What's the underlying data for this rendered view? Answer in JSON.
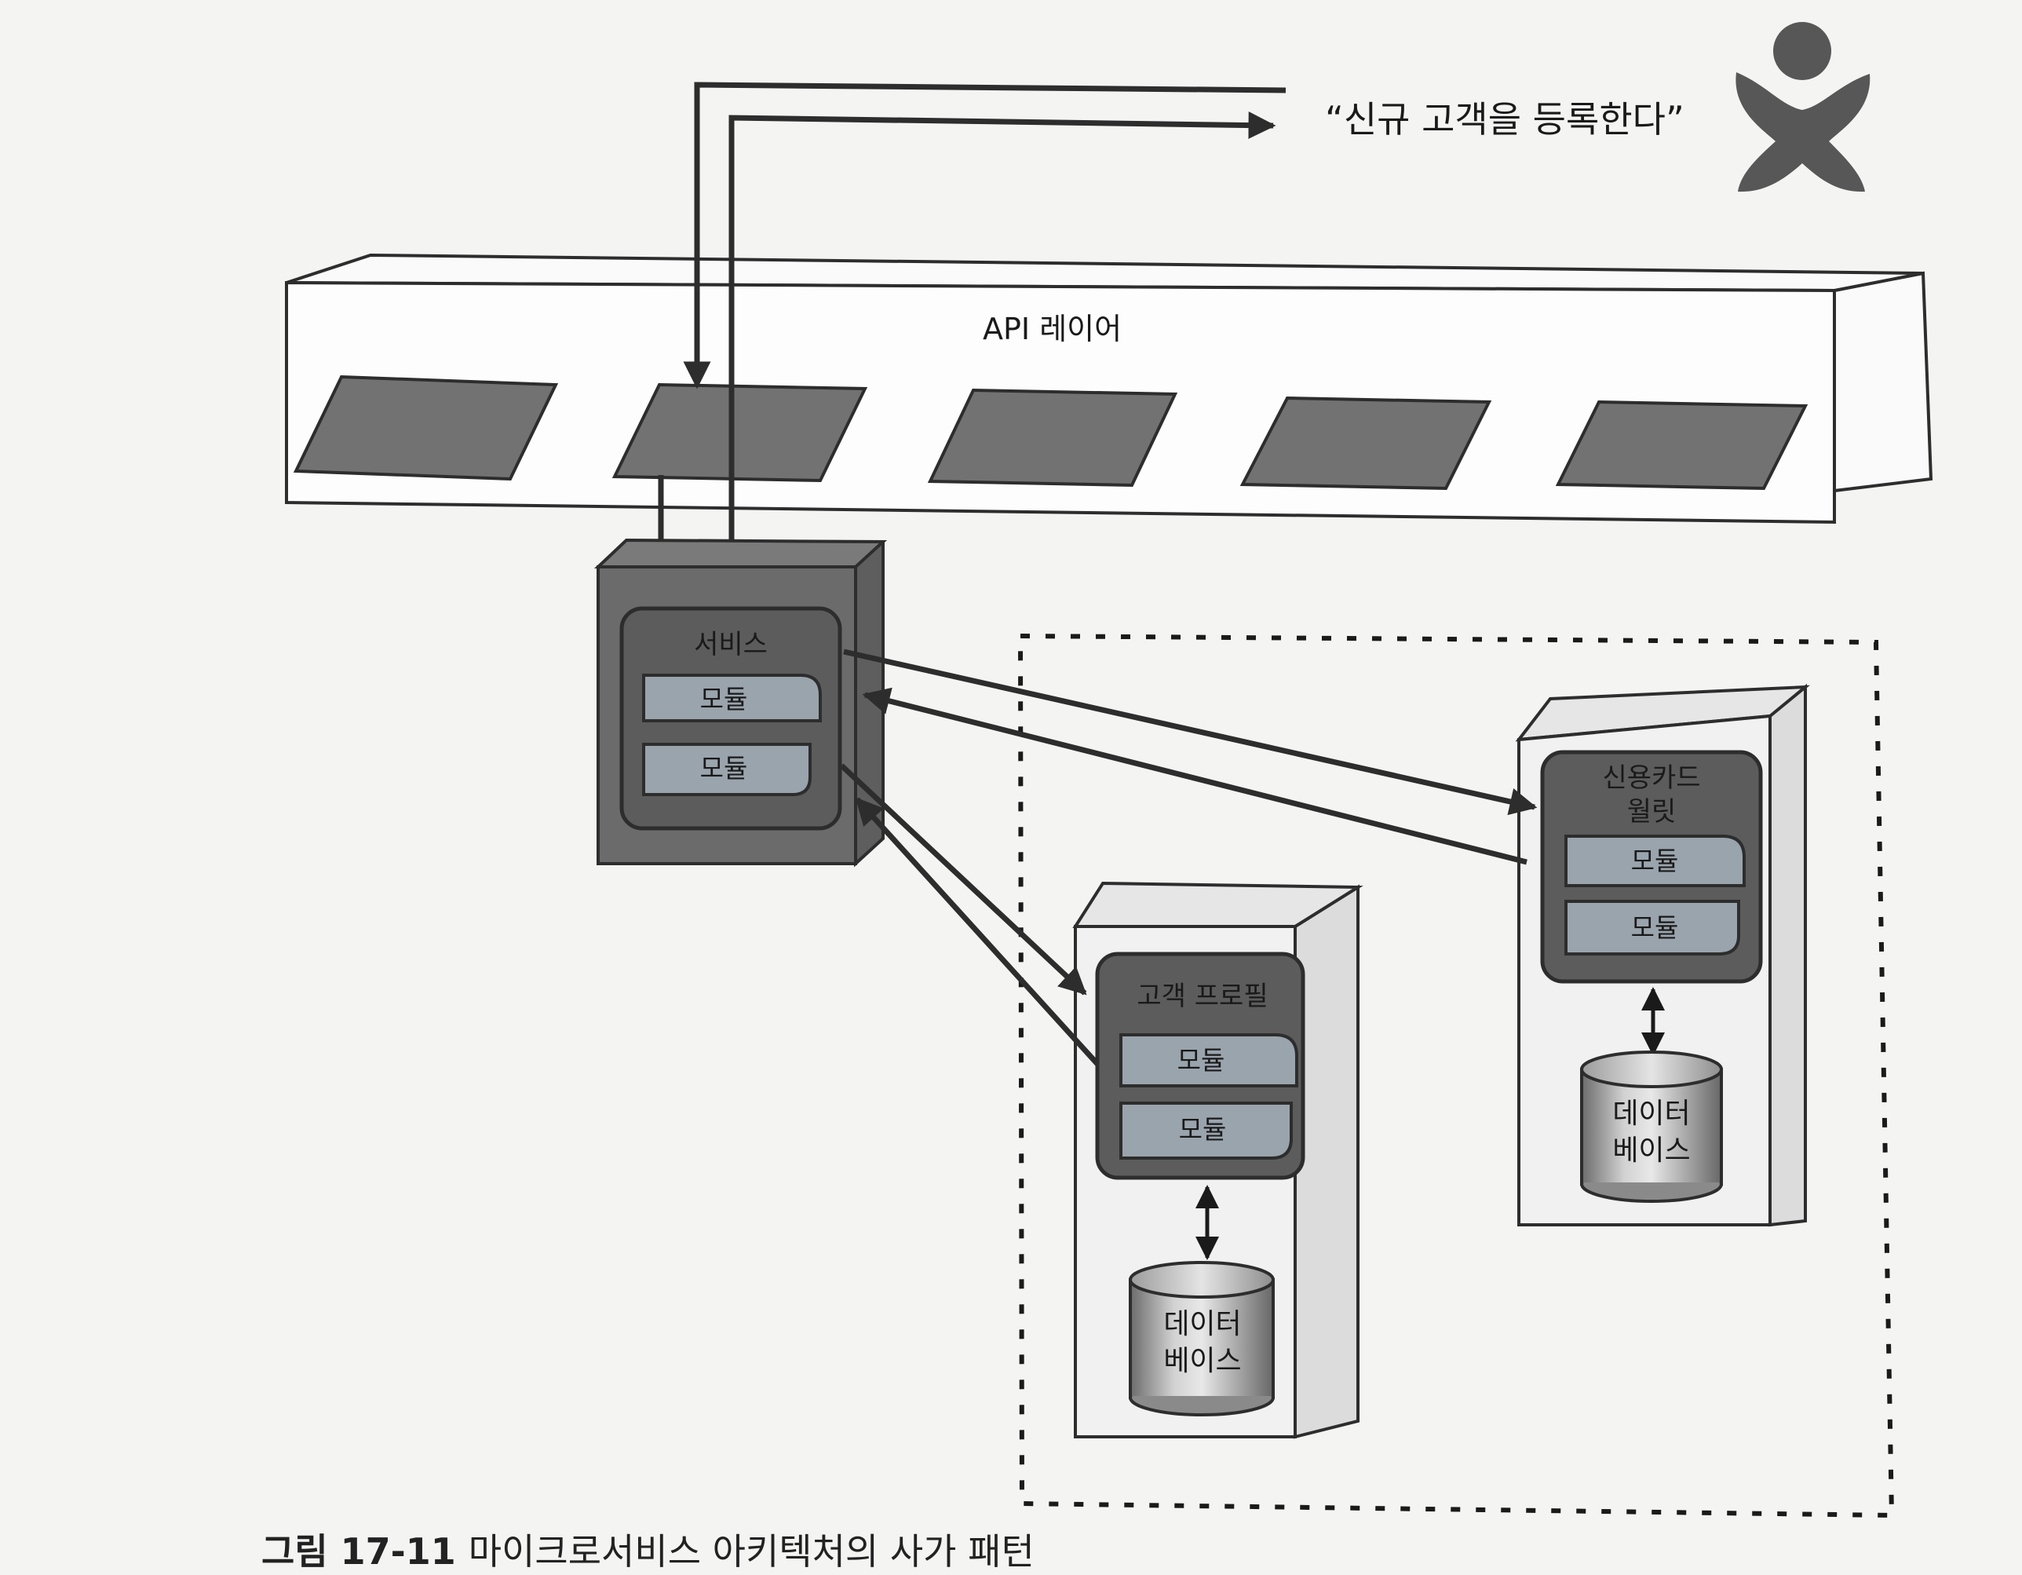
{
  "request": {
    "text": "“신규 고객을 등록한다”"
  },
  "api_layer": {
    "label": "API 레이어",
    "slots": 5
  },
  "service": {
    "title": "서비스",
    "modules": [
      "모듈",
      "모듈"
    ]
  },
  "customer_profile": {
    "title": "고객 프로필",
    "modules": [
      "모듈",
      "모듈"
    ],
    "database": {
      "line1": "데이터",
      "line2": "베이스"
    }
  },
  "credit_card_wallet": {
    "title_line1": "신용카드",
    "title_line2": "월릿",
    "modules": [
      "모듈",
      "모듈"
    ],
    "database": {
      "line1": "데이터",
      "line2": "베이스"
    }
  },
  "caption": {
    "number": "그림 17-11",
    "text": "마이크로서비스 아키텍처의 사가 패턴"
  },
  "colors": {
    "dark_box": "#6b6b6b",
    "module": "#9aa4ad",
    "api_slot": "#727272",
    "light_box": "#f1f1f1",
    "line": "#2d2d2d"
  }
}
